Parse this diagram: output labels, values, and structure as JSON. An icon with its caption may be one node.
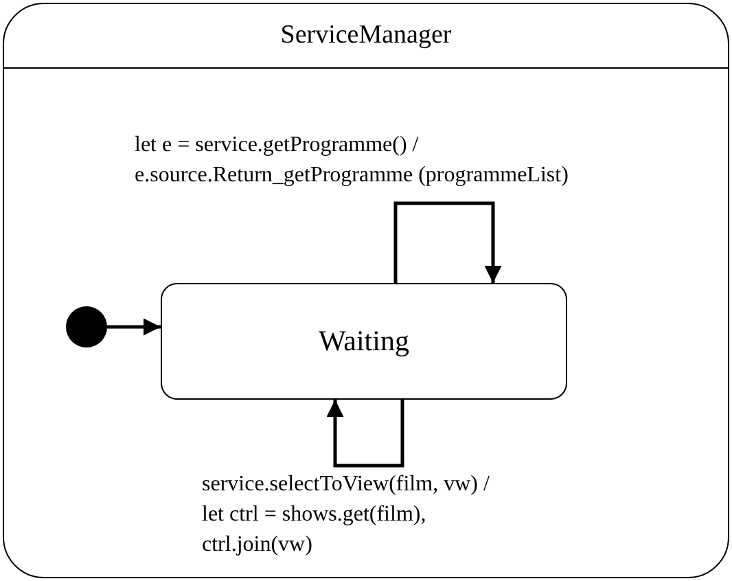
{
  "diagram": {
    "nodes": [
      {
        "text": [
          "ServiceManager"
        ]
      },
      {
        "text": [
          "Waiting"
        ],
        "in": 0
      },
      {
        "text": [],
        "shape": "circle",
        "in": 0
      }
    ],
    "edges": [
      {
        "from": 2,
        "to": 1,
        "arrow": "to"
      },
      {
        "from": 1,
        "to": 1,
        "arrow": "to",
        "label": "let e = service.getProgramme() / e.source.Return_getProgramme (programmeList)"
      },
      {
        "from": 1,
        "to": 1,
        "arrow": "to",
        "label": "service.selectToView(film, vw) / let ctrl = shows.get(film), ctrl.join(vw)"
      }
    ]
  }
}
